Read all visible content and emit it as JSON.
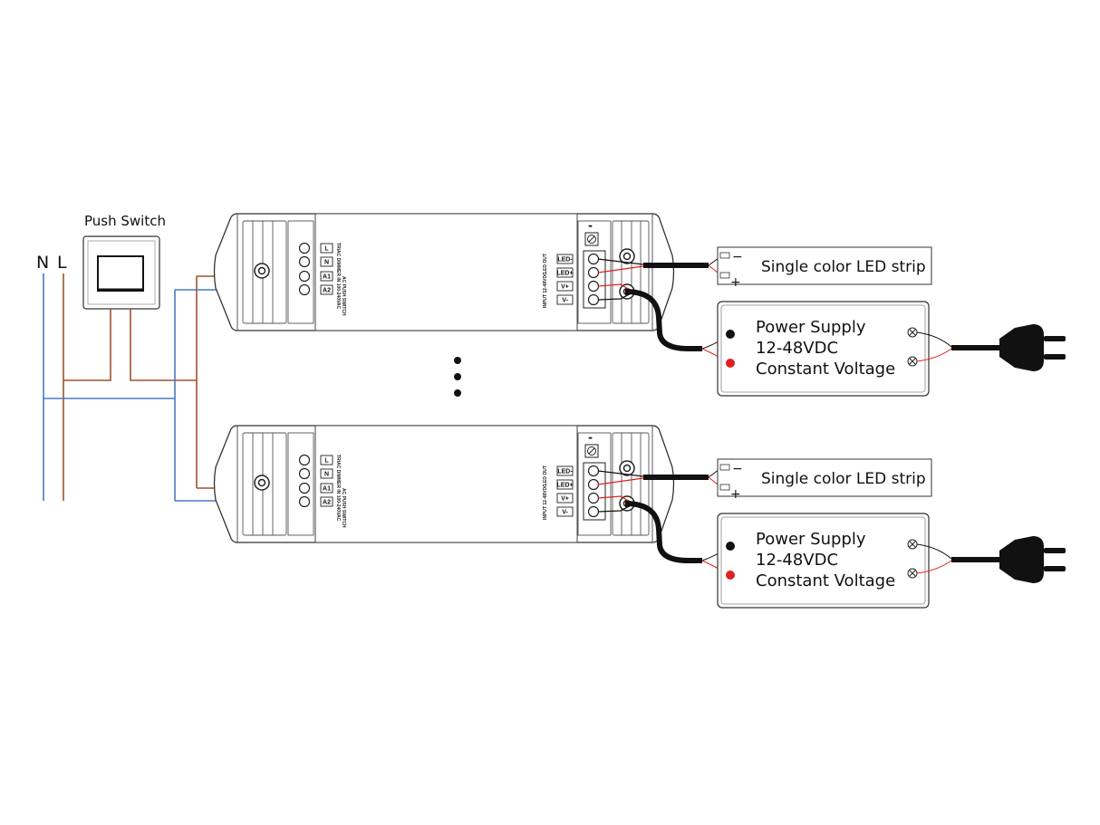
{
  "mains": {
    "neutral": "N",
    "live": "L"
  },
  "switch": {
    "label": "Push Switch"
  },
  "dimmer": {
    "input_terminals": [
      "L",
      "N",
      "A1",
      "A2"
    ],
    "input_caption": "TRIAC DIMMER IN 100-240VAC",
    "switch_caption": "AC PUSH SWITCH",
    "output_terminals": [
      "LED-",
      "LED+",
      "V+",
      "V-"
    ],
    "led_out_caption": "LED OUT",
    "input_dc_caption": "INPUT 12-48VDC",
    "minus_mark": "-"
  },
  "units": [
    {
      "led_strip": {
        "label": "Single color LED strip",
        "minus": "−",
        "plus": "+"
      },
      "power_supply": {
        "line1": "Power Supply",
        "line2": "12-48VDC",
        "line3": "Constant Voltage"
      }
    },
    {
      "led_strip": {
        "label": "Single color LED strip",
        "minus": "−",
        "plus": "+"
      },
      "power_supply": {
        "line1": "Power Supply",
        "line2": "12-48VDC",
        "line3": "Constant Voltage"
      }
    }
  ],
  "colors": {
    "live": "#a0522d",
    "neutral": "#4a78c0",
    "positive": "#e02020",
    "cable": "#111111"
  }
}
